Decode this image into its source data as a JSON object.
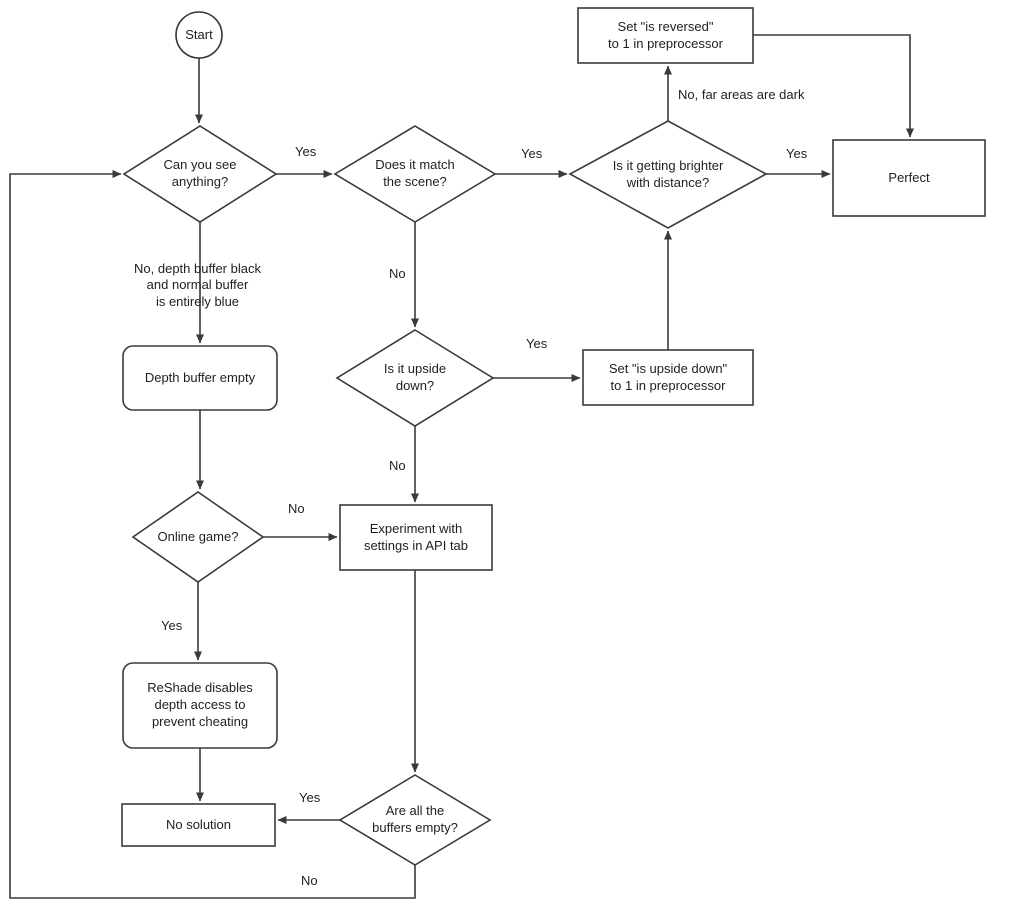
{
  "theme": {
    "stroke": "#3a3a3a",
    "text": "#1f1f1f",
    "background": "#ffffff"
  },
  "diagram": {
    "type": "flowchart",
    "title": "ReShade depth buffer troubleshooting flowchart",
    "nodes": {
      "start": {
        "label": "Start",
        "shape": "circle"
      },
      "can_you_see": {
        "label": "Can you see\nanything?",
        "shape": "diamond"
      },
      "does_it_match": {
        "label": "Does it match\nthe scene?",
        "shape": "diamond"
      },
      "brighter_with_distance": {
        "label": "Is it getting brighter\nwith distance?",
        "shape": "diamond"
      },
      "perfect": {
        "label": "Perfect",
        "shape": "rect"
      },
      "set_is_reversed": {
        "label": "Set \"is reversed\"\nto 1 in preprocessor",
        "shape": "rect"
      },
      "is_upside_down": {
        "label": "Is it upside\ndown?",
        "shape": "diamond"
      },
      "set_is_upside_down": {
        "label": "Set \"is upside down\"\nto 1 in preprocessor",
        "shape": "rect"
      },
      "depth_buffer_empty": {
        "label": "Depth buffer empty",
        "shape": "rounded-rect"
      },
      "online_game": {
        "label": "Online game?",
        "shape": "diamond"
      },
      "experiment_api": {
        "label": "Experiment with\nsettings in API tab",
        "shape": "rect"
      },
      "reshade_disables": {
        "label": "ReShade disables\ndepth access to\nprevent cheating",
        "shape": "rounded-rect"
      },
      "no_solution": {
        "label": "No solution",
        "shape": "rect"
      },
      "buffers_empty": {
        "label": "Are all the\nbuffers empty?",
        "shape": "diamond"
      }
    },
    "edges": [
      {
        "from": "start",
        "to": "can_you_see",
        "label": ""
      },
      {
        "from": "can_you_see",
        "to": "does_it_match",
        "label": "Yes"
      },
      {
        "from": "does_it_match",
        "to": "brighter_with_distance",
        "label": "Yes"
      },
      {
        "from": "brighter_with_distance",
        "to": "perfect",
        "label": "Yes"
      },
      {
        "from": "brighter_with_distance",
        "to": "set_is_reversed",
        "label": "No, far areas are dark"
      },
      {
        "from": "set_is_reversed",
        "to": "perfect",
        "label": ""
      },
      {
        "from": "can_you_see",
        "to": "depth_buffer_empty",
        "label": "No, depth buffer black\nand normal buffer\nis entirely blue"
      },
      {
        "from": "does_it_match",
        "to": "is_upside_down",
        "label": "No"
      },
      {
        "from": "is_upside_down",
        "to": "set_is_upside_down",
        "label": "Yes"
      },
      {
        "from": "set_is_upside_down",
        "to": "brighter_with_distance",
        "label": ""
      },
      {
        "from": "is_upside_down",
        "to": "experiment_api",
        "label": "No"
      },
      {
        "from": "depth_buffer_empty",
        "to": "online_game",
        "label": ""
      },
      {
        "from": "online_game",
        "to": "experiment_api",
        "label": "No"
      },
      {
        "from": "online_game",
        "to": "reshade_disables",
        "label": "Yes"
      },
      {
        "from": "reshade_disables",
        "to": "no_solution",
        "label": ""
      },
      {
        "from": "experiment_api",
        "to": "buffers_empty",
        "label": ""
      },
      {
        "from": "buffers_empty",
        "to": "no_solution",
        "label": "Yes"
      },
      {
        "from": "buffers_empty",
        "to": "can_you_see",
        "label": "No"
      }
    ]
  }
}
